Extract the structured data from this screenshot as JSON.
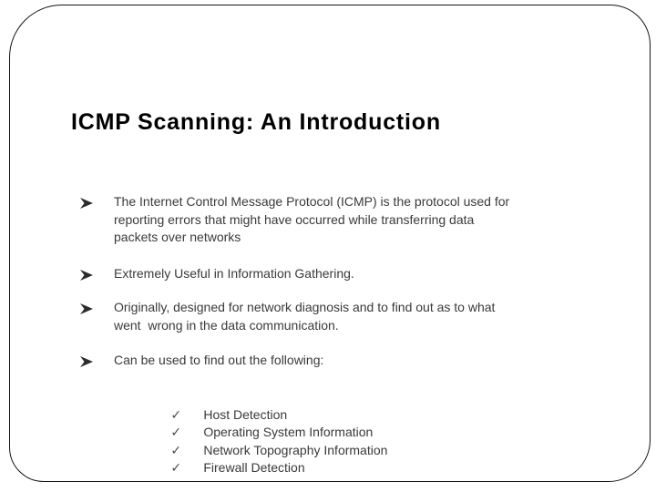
{
  "slide": {
    "title": "ICMP Scanning: An Introduction",
    "bullets": [
      {
        "lines": [
          "The Internet Control Message Protocol (ICMP) is the protocol used for",
          "reporting errors that might have occurred while transferring data",
          "packets over networks"
        ]
      },
      {
        "lines": [
          "Extremely Useful in Information Gathering."
        ]
      },
      {
        "lines": [
          "Originally, designed for network diagnosis and to find out as to what",
          "went  wrong in the data communication."
        ]
      },
      {
        "lines": [
          "Can be used to find out the following:"
        ]
      }
    ],
    "sub_bullets": [
      "Host Detection",
      "Operating System Information",
      "Network Topography Information",
      "Firewall Detection"
    ],
    "icons": {
      "bullet_icon": "three-d-arrowhead-icon",
      "check_glyph": "✓"
    },
    "colors": {
      "background": "#ffffff",
      "border": "#141414",
      "title_text": "#000000",
      "body_text": "#3a3a3a"
    }
  }
}
